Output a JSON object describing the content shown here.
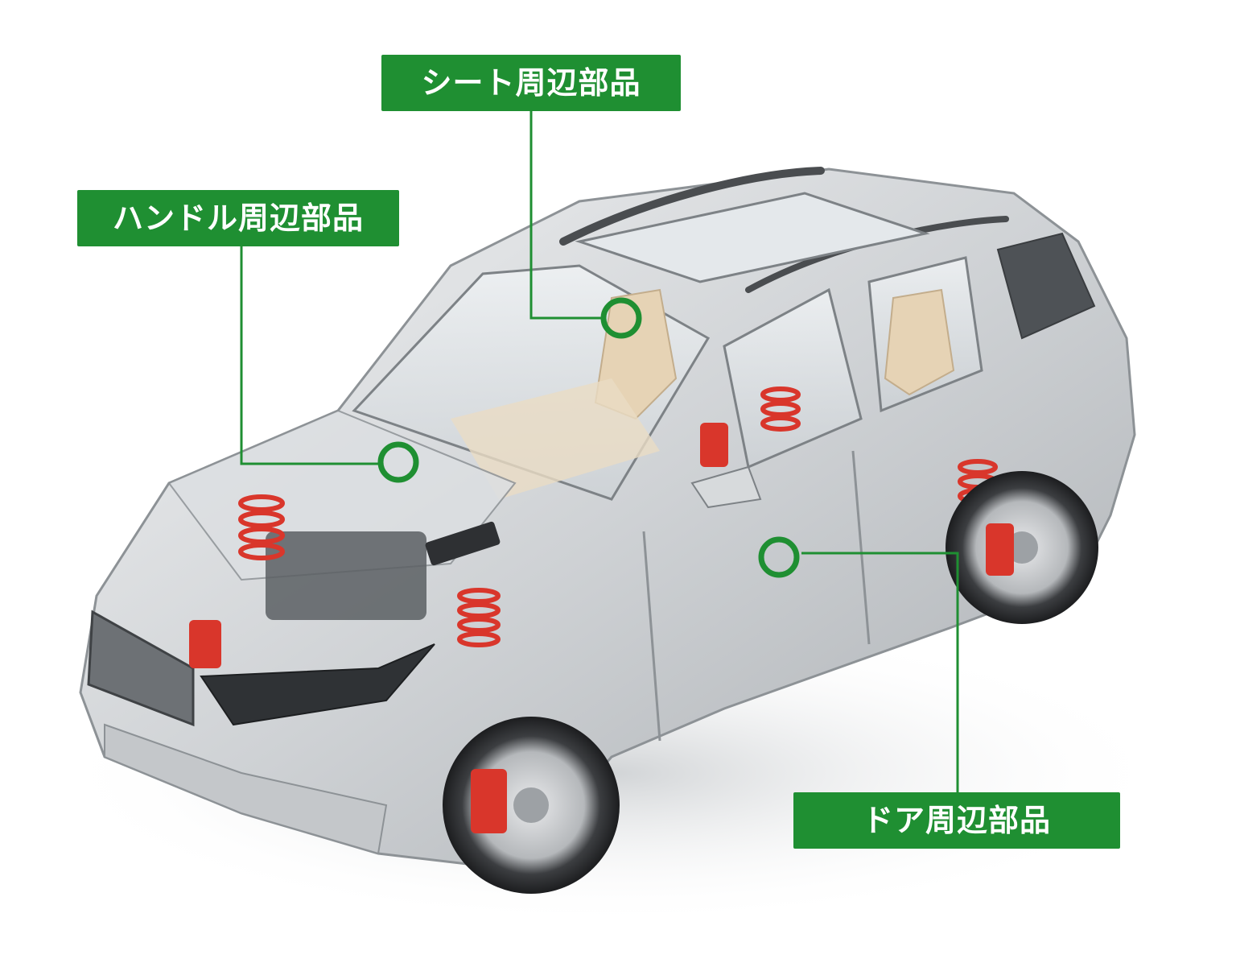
{
  "callouts": {
    "seat": {
      "label": "シート周辺部品"
    },
    "handle": {
      "label": "ハンドル周辺部品"
    },
    "door": {
      "label": "ドア周辺部品"
    }
  },
  "colors": {
    "accent": "#1f8f32",
    "label_text": "#ffffff",
    "background": "#ffffff",
    "car_body": "#c8cbcf",
    "brake_spring": "#d9362b",
    "interior": "#e6d3b5"
  },
  "illustration": {
    "subject": "car-cutaway-illustration"
  }
}
